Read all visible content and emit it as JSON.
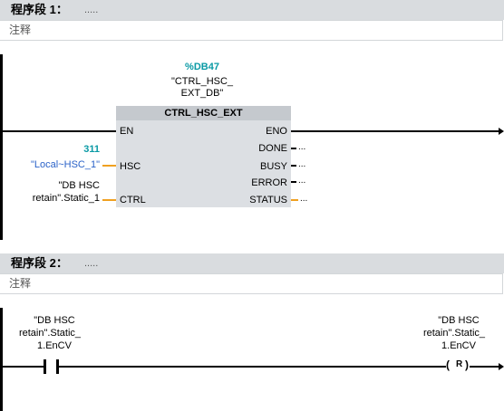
{
  "segments": [
    {
      "title": "程序段 1：",
      "desc": ".....",
      "comment": "注释"
    },
    {
      "title": "程序段 2：",
      "desc": ".....",
      "comment": "注释"
    }
  ],
  "network1": {
    "db_number": "%DB47",
    "db_name_line1": "\"CTRL_HSC_",
    "db_name_line2": "EXT_DB\"",
    "block_name": "CTRL_HSC_EXT",
    "inputs": {
      "en": "EN",
      "hsc": "HSC",
      "ctrl": "CTRL"
    },
    "outputs": {
      "eno": "ENO",
      "done": "DONE",
      "busy": "BUSY",
      "error": "ERROR",
      "status": "STATUS"
    },
    "hsc_value": "311",
    "hsc_tag": "\"Local~HSC_1\"",
    "ctrl_tag_line1": "\"DB HSC",
    "ctrl_tag_line2": "retain\".Static_1",
    "open_dots": "..."
  },
  "network2": {
    "contact_tag": [
      "\"DB HSC",
      "retain\".Static_",
      "1.EnCV"
    ],
    "coil_tag": [
      "\"DB HSC",
      "retain\".Static_",
      "1.EnCV"
    ],
    "coil_symbol": "R"
  }
}
